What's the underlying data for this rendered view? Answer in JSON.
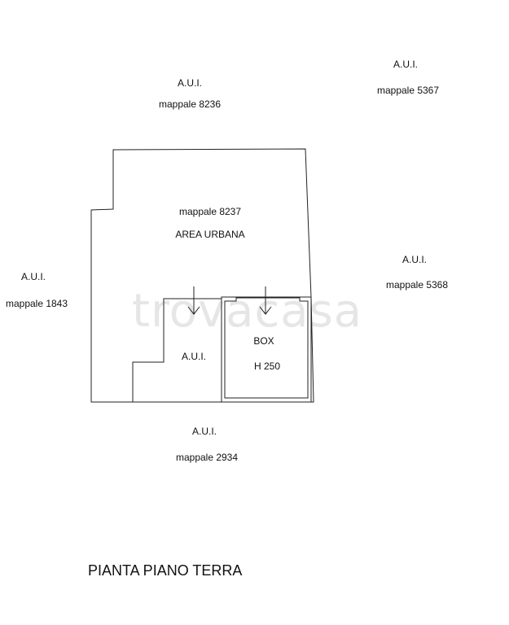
{
  "neighbors": {
    "top_center": {
      "aui": "A.U.I.",
      "mappale": "mappale 8236"
    },
    "top_right": {
      "aui": "A.U.I.",
      "mappale": "mappale 5367"
    },
    "left": {
      "aui": "A.U.I.",
      "mappale": "mappale 1843"
    },
    "right": {
      "aui": "A.U.I.",
      "mappale": "mappale 5368"
    },
    "bottom": {
      "aui": "A.U.I.",
      "mappale": "mappale 2934"
    }
  },
  "plot": {
    "mappale": "mappale 8237",
    "area": "AREA URBANA"
  },
  "inner_aui": "A.U.I.",
  "box": {
    "label": "BOX",
    "height": "H 250"
  },
  "watermark": "trovacasa",
  "title": "PIANTA PIANO TERRA"
}
